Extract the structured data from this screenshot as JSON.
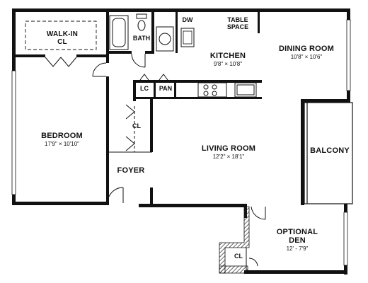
{
  "rooms": {
    "walk_in_closet": {
      "name_line1": "WALK-IN",
      "name_line2": "CL"
    },
    "bath": {
      "name": "BATH"
    },
    "dishwasher": {
      "name": "DW"
    },
    "table_space": {
      "name_line1": "TABLE",
      "name_line2": "SPACE"
    },
    "kitchen": {
      "name": "KITCHEN",
      "dims": "9'8\" × 10'8\""
    },
    "dining_room": {
      "name": "DINING ROOM",
      "dims": "10'8\" × 10'6\""
    },
    "linen_closet": {
      "name": "LC"
    },
    "pantry": {
      "name": "PAN"
    },
    "bedroom_closet": {
      "name": "CL"
    },
    "bedroom": {
      "name": "BEDROOM",
      "dims": "17'9\" × 10'10\""
    },
    "living_room": {
      "name": "LIVING ROOM",
      "dims": "12'2\" × 18'1\""
    },
    "balcony": {
      "name": "BALCONY"
    },
    "foyer": {
      "name": "FOYER"
    },
    "optional_den": {
      "name_line1": "OPTIONAL",
      "name_line2": "DEN",
      "dims": "12' - 7'9\""
    },
    "den_closet": {
      "name": "CL"
    }
  },
  "colors": {
    "wall": "#111111",
    "background": "#ffffff",
    "hatch": "#222222"
  }
}
